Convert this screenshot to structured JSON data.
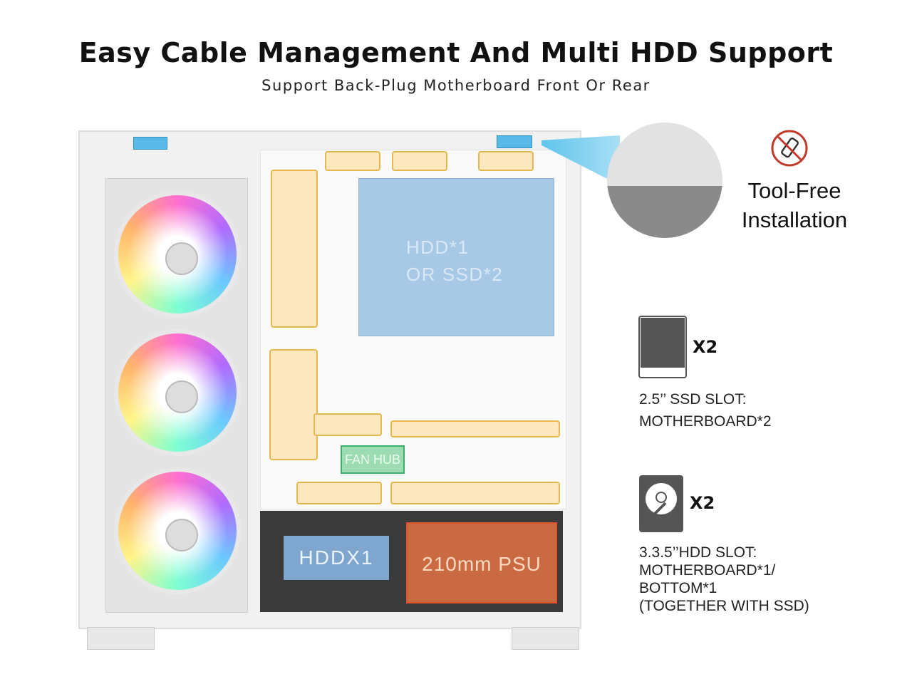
{
  "header": {
    "title": "Easy Cable Management And Multi HDD Support",
    "subtitle": "Support Back-Plug Motherboard Front Or Rear"
  },
  "case": {
    "hdd_bay": [
      "HDD*1",
      "OR SSD*2"
    ],
    "fan_hub": "FAN HUB",
    "shroud_hdd": "HDDX1",
    "psu": "210mm PSU"
  },
  "tool_free": {
    "line1": "Tool-Free",
    "line2": "Installation",
    "icon": "no-screwdriver-icon"
  },
  "ssd": {
    "count": "X2",
    "lines": [
      "2.5’’ SSD SLOT:",
      "MOTHERBOARD*2"
    ],
    "icon": "ssd-icon"
  },
  "hdd": {
    "count": "X2",
    "lines": [
      "3.3.5’’HDD SLOT:",
      "MOTHERBOARD*1/",
      "BOTTOM*1",
      "(TOGETHER WITH SSD)"
    ],
    "icon": "hdd-icon"
  }
}
